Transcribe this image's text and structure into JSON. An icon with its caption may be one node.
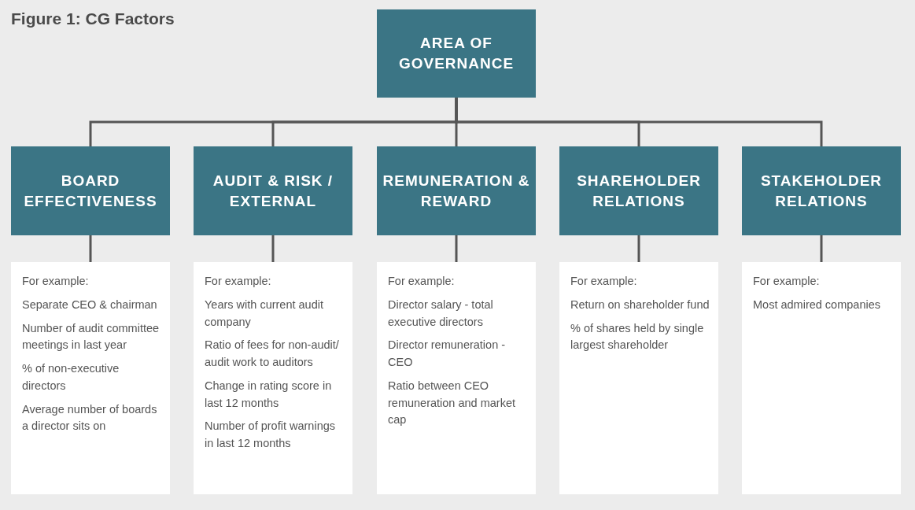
{
  "diagram": {
    "title": "Figure 1: CG Factors",
    "nodes": [
      {
        "text": [
          "AREA OF GOVERNANCE"
        ]
      },
      {
        "text": [
          "BOARD EFFECTIVENESS"
        ]
      },
      {
        "text": [
          "AUDIT & RISK / EXTERNAL"
        ]
      },
      {
        "text": [
          "REMUNERATION & REWARD"
        ]
      },
      {
        "text": [
          "SHAREHOLDER RELATIONS"
        ]
      },
      {
        "text": [
          "STAKEHOLDER RELATIONS"
        ]
      },
      {
        "text": [
          "For example:",
          "Separate CEO & chairman",
          "Number of audit committee meetings in last year",
          "% of non-executive directors",
          "Average number of boards a director sits on"
        ]
      },
      {
        "text": [
          "For example:",
          "Years with current audit company",
          "Ratio of fees for non-audit/ audit work to auditors",
          "Change in rating score in last 12 months",
          "Number of profit warnings in last 12 months"
        ]
      },
      {
        "text": [
          "For example:",
          "Director salary - total executive directors",
          "Director remuneration - CEO",
          "Ratio between CEO remuneration and market cap"
        ]
      },
      {
        "text": [
          "For example:",
          "Return on shareholder fund",
          "% of shares held by single largest shareholder"
        ]
      },
      {
        "text": [
          "For example:",
          "Most admired companies"
        ]
      }
    ],
    "edges": [
      {
        "from": 0,
        "to": 1,
        "arrow": "none"
      },
      {
        "from": 0,
        "to": 2,
        "arrow": "none"
      },
      {
        "from": 0,
        "to": 3,
        "arrow": "none"
      },
      {
        "from": 0,
        "to": 4,
        "arrow": "none"
      },
      {
        "from": 0,
        "to": 5,
        "arrow": "none"
      },
      {
        "from": 1,
        "to": 6,
        "arrow": "none"
      },
      {
        "from": 2,
        "to": 7,
        "arrow": "none"
      },
      {
        "from": 3,
        "to": 8,
        "arrow": "none"
      },
      {
        "from": 4,
        "to": 9,
        "arrow": "none"
      },
      {
        "from": 5,
        "to": 10,
        "arrow": "none"
      }
    ]
  }
}
